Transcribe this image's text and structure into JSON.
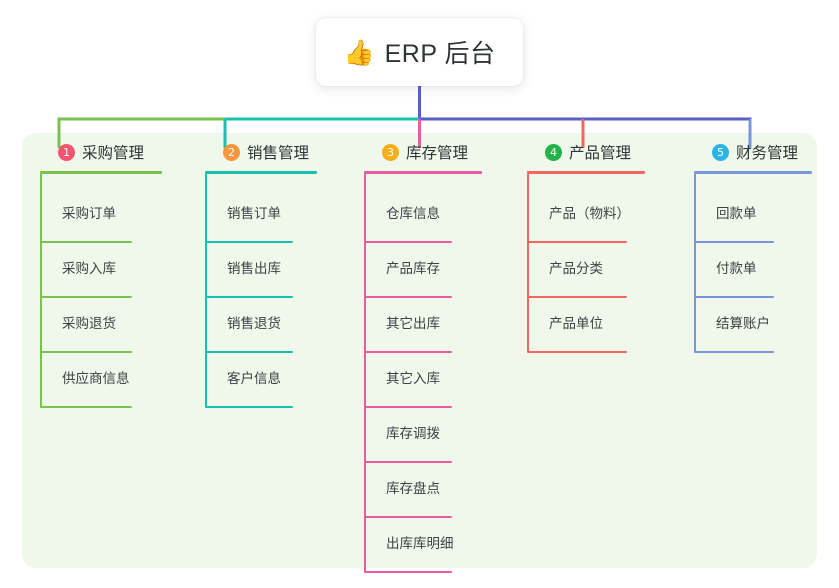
{
  "diagram": {
    "type": "mind-map",
    "title": "ERP 后台",
    "root": {
      "icon": "thumbs-up-emoji",
      "emoji": "👍",
      "label": "ERP 后台"
    },
    "panel_color": "#eff8ea",
    "background_color": "#ffffff",
    "trunk_color": "#5a5fc7",
    "branches": [
      {
        "number": "1",
        "label": "采购管理",
        "badge_color": "#f0566e",
        "line_color": "#7ac14d",
        "items": [
          {
            "label": "采购订单"
          },
          {
            "label": "采购入库"
          },
          {
            "label": "采购退货"
          },
          {
            "label": "供应商信息"
          }
        ]
      },
      {
        "number": "2",
        "label": "销售管理",
        "badge_color": "#f5963c",
        "line_color": "#19c0ae",
        "items": [
          {
            "label": "销售订单"
          },
          {
            "label": "销售出库"
          },
          {
            "label": "销售退货"
          },
          {
            "label": "客户信息"
          }
        ]
      },
      {
        "number": "3",
        "label": "库存管理",
        "badge_color": "#f5ae1b",
        "line_color": "#ec5ba0",
        "items": [
          {
            "label": "仓库信息"
          },
          {
            "label": "产品库存"
          },
          {
            "label": "其它出库"
          },
          {
            "label": "其它入库"
          },
          {
            "label": "库存调拨"
          },
          {
            "label": "库存盘点"
          },
          {
            "label": "出库库明细"
          }
        ]
      },
      {
        "number": "4",
        "label": "产品管理",
        "badge_color": "#24b34b",
        "line_color": "#f4675f",
        "items": [
          {
            "label": "产品（物料）"
          },
          {
            "label": "产品分类"
          },
          {
            "label": "产品单位"
          }
        ]
      },
      {
        "number": "5",
        "label": "财务管理",
        "badge_color": "#2cb4e8",
        "line_color": "#7b95dc",
        "items": [
          {
            "label": "回款单"
          },
          {
            "label": "付款单"
          },
          {
            "label": "结算账户"
          }
        ]
      }
    ]
  }
}
